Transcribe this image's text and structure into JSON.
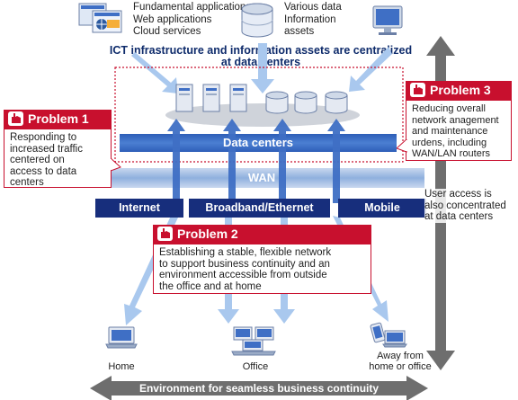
{
  "top_groups": {
    "applications": [
      "Fundamental applications",
      "Web applications",
      "Cloud services"
    ],
    "data": [
      "Various data",
      "Information",
      "assets"
    ]
  },
  "headline": [
    "ICT infrastructure and information assets are centralized",
    "at data centers"
  ],
  "bands": {
    "data_centers": "Data centers",
    "wan": "WAN"
  },
  "networks": [
    "Internet",
    "Broadband/Ethernet",
    "Mobile"
  ],
  "problems": [
    {
      "title": "Problem 1",
      "lines": [
        "Responding to",
        "increased traffic",
        "centered on",
        "access to data",
        "centers"
      ]
    },
    {
      "title": "Problem 2",
      "lines": [
        "Establishing a stable, flexible network",
        "to support business continuity and an",
        "environment accessible from outside",
        "the office and at home"
      ]
    },
    {
      "title": "Problem 3",
      "lines": [
        "Reducing overall",
        "network anagement",
        "and maintenance",
        "urdens, including",
        "WAN/LAN routers"
      ]
    }
  ],
  "user_access_note": [
    "User access is",
    "also concentrated",
    "at data centers"
  ],
  "locations": {
    "home": "Home",
    "office": "Office",
    "away": [
      "Away from",
      "home or office"
    ]
  },
  "bottom_banner": "Environment for seamless business continuity",
  "colors": {
    "problem_red": "#c8102e",
    "network_navy": "#172e7c",
    "band_blue": "#3f6fc5",
    "arrow_blue": "#a9c8ee",
    "grey_arrow": "#6e6e6e",
    "dotted_border": "#c8102e"
  }
}
